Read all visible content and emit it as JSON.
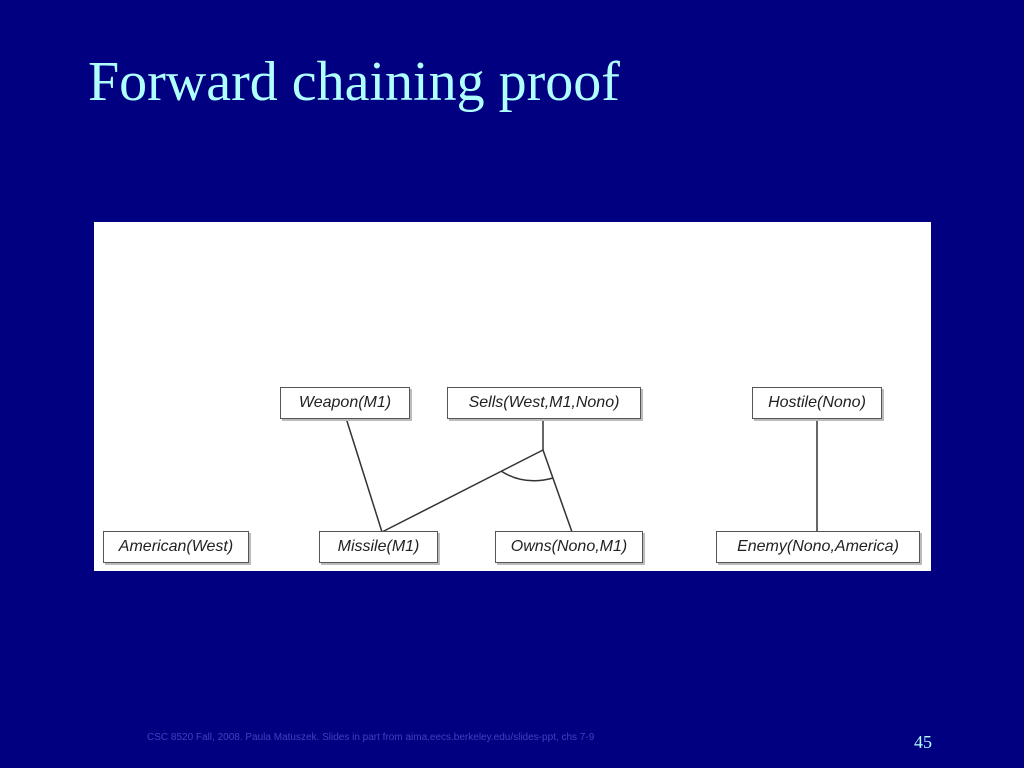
{
  "slide": {
    "title": "Forward chaining proof",
    "footer": "CSC 8520 Fall, 2008. Paula Matuszek. Slides in part from aima.eecs.berkeley.edu/slides-ppt, chs 7-9",
    "page_number": "45"
  },
  "diagram": {
    "nodes": {
      "weapon": "Weapon(M1)",
      "sells": "Sells(West,M1,Nono)",
      "hostile": "Hostile(Nono)",
      "american": "American(West)",
      "missile": "Missile(M1)",
      "owns": "Owns(Nono,M1)",
      "enemy": "Enemy(Nono,America)"
    }
  }
}
